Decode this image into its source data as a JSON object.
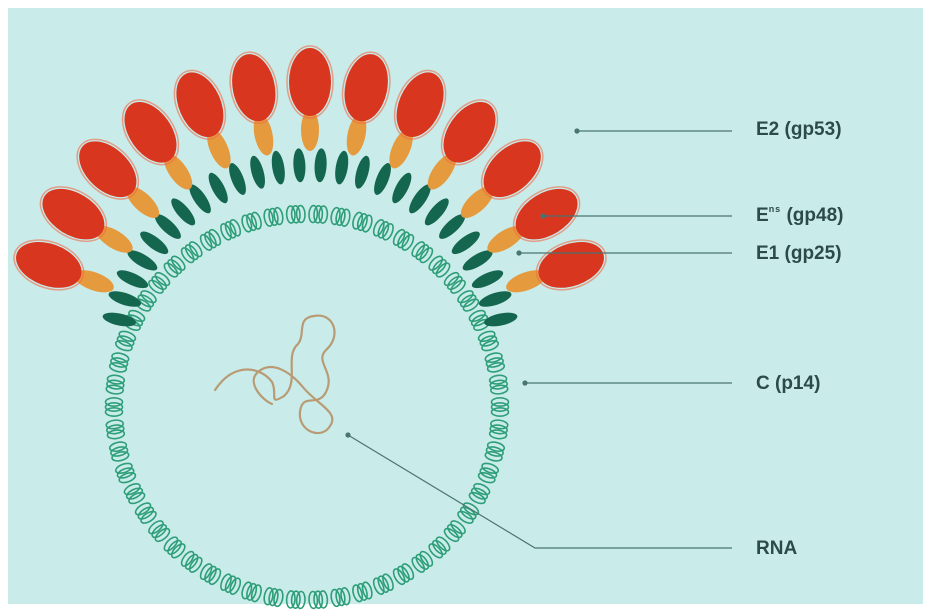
{
  "colors": {
    "background": "#c9ecea",
    "e2": "#d8361f",
    "e2_highlight": "#f06a47",
    "e3": "#e59a3e",
    "e1": "#15664f",
    "capsid": "#2e9e78",
    "rna": "#b89b74",
    "leader": "#4a7470",
    "label": "#2c4a4a"
  },
  "labels": {
    "e2": "E2 (gp53)",
    "e3_main": "E",
    "e3_sup": "ns",
    "e3_rest": " (gp48)",
    "e1": "E1 (gp25)",
    "capsid": "C (p14)",
    "rna": "RNA"
  },
  "icons": {
    "e2_spike": "red-ellipse",
    "e3_stalk": "orange-ellipse",
    "e1_anchor": "dark-green-ellipse",
    "capsid_unit": "green-coil",
    "rna_strand": "tangled-line"
  }
}
